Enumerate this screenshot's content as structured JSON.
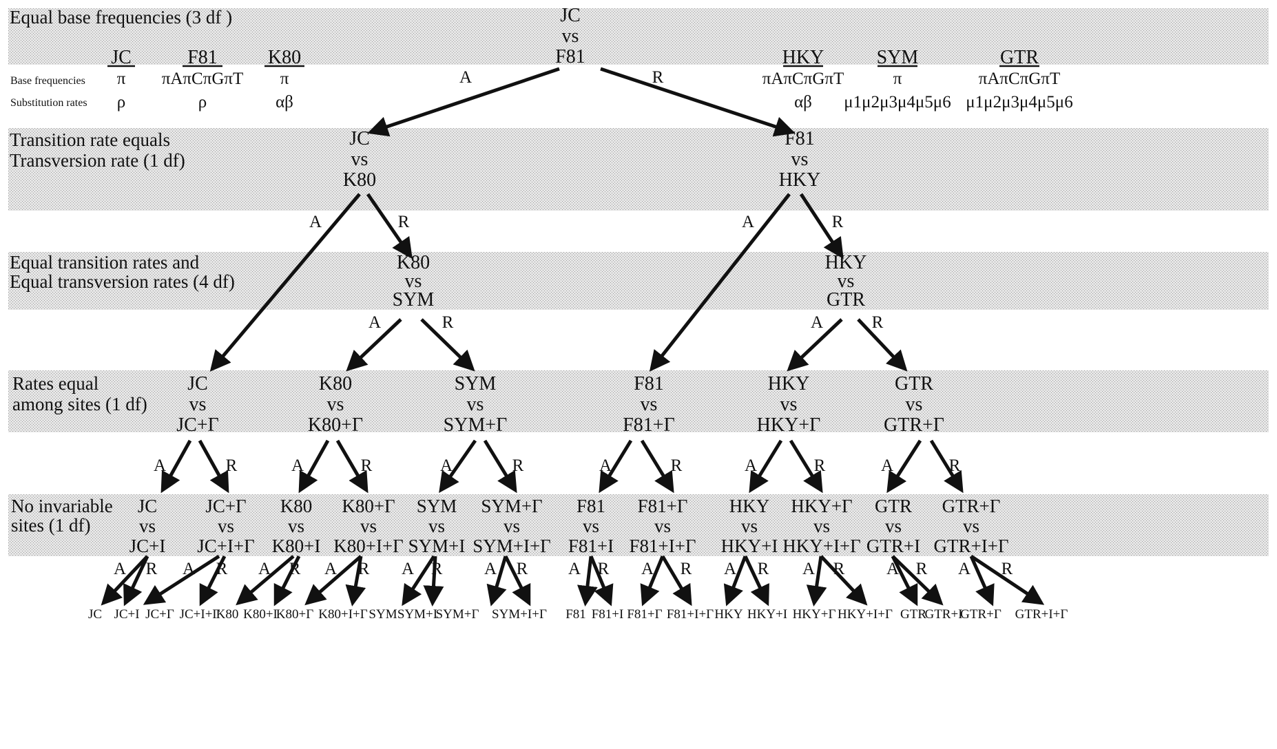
{
  "levels": [
    {
      "lines": [
        "Equal base frequencies   (3  df )"
      ]
    },
    {
      "lines": [
        "Transition rate equals",
        "Transversion rate  (1 df)"
      ]
    },
    {
      "lines": [
        "Equal transition rates and",
        "Equal transversion rates (4 df)"
      ]
    },
    {
      "lines": [
        "Rates equal",
        "among sites    (1 df)"
      ]
    },
    {
      "lines": [
        "No invariable",
        "sites    (1 df)"
      ]
    }
  ],
  "model_table": {
    "row_labels": [
      "Base frequencies",
      "Substitution rates"
    ],
    "models": [
      {
        "name": "JC",
        "base_freq": "π",
        "subst": "ρ"
      },
      {
        "name": "F81",
        "base_freq": "πAπCπGπT",
        "subst": "ρ"
      },
      {
        "name": "K80",
        "base_freq": "π",
        "subst": "αβ"
      },
      {
        "name": "HKY",
        "base_freq": "πAπCπGπT",
        "subst": "αβ"
      },
      {
        "name": "SYM",
        "base_freq": "π",
        "subst": "μ1μ2μ3μ4μ5μ6"
      },
      {
        "name": "GTR",
        "base_freq": "πAπCπGπT",
        "subst": "μ1μ2μ3μ4μ5μ6"
      }
    ]
  },
  "vs_word": "vs",
  "accept_label": "A",
  "reject_label": "R",
  "tests": [
    {
      "id": "t0",
      "a": "JC",
      "b": "F81"
    },
    {
      "id": "t1a",
      "a": "JC",
      "b": "K80"
    },
    {
      "id": "t1b",
      "a": "F81",
      "b": "HKY"
    },
    {
      "id": "t2a",
      "a": "K80",
      "b": "SYM"
    },
    {
      "id": "t2b",
      "a": "HKY",
      "b": "GTR"
    },
    {
      "id": "t3a",
      "a": "JC",
      "b": "JC+Γ"
    },
    {
      "id": "t3b",
      "a": "K80",
      "b": "K80+Γ"
    },
    {
      "id": "t3c",
      "a": "SYM",
      "b": "SYM+Γ"
    },
    {
      "id": "t3d",
      "a": "F81",
      "b": "F81+Γ"
    },
    {
      "id": "t3e",
      "a": "HKY",
      "b": "HKY+Γ"
    },
    {
      "id": "t3f",
      "a": "GTR",
      "b": "GTR+Γ"
    },
    {
      "id": "t4a",
      "a": "JC",
      "b": "JC+I"
    },
    {
      "id": "t4b",
      "a": "JC+Γ",
      "b": "JC+I+Γ"
    },
    {
      "id": "t4c",
      "a": "K80",
      "b": "K80+I"
    },
    {
      "id": "t4d",
      "a": "K80+Γ",
      "b": "K80+I+Γ"
    },
    {
      "id": "t4e",
      "a": "SYM",
      "b": "SYM+I"
    },
    {
      "id": "t4f",
      "a": "SYM+Γ",
      "b": "SYM+I+Γ"
    },
    {
      "id": "t4g",
      "a": "F81",
      "b": "F81+I"
    },
    {
      "id": "t4h",
      "a": "F81+Γ",
      "b": "F81+I+Γ"
    },
    {
      "id": "t4i",
      "a": "HKY",
      "b": "HKY+I"
    },
    {
      "id": "t4j",
      "a": "HKY+Γ",
      "b": "HKY+I+Γ"
    },
    {
      "id": "t4k",
      "a": "GTR",
      "b": "GTR+I"
    },
    {
      "id": "t4l",
      "a": "GTR+Γ",
      "b": "GTR+I+Γ"
    }
  ],
  "leaves": [
    "JC",
    "JC+I",
    "JC+Γ",
    "JC+I+Γ",
    "K80",
    "K80+I",
    "K80+Γ",
    "K80+I+Γ",
    "SYM",
    "SYM+I",
    "SYM+Γ",
    "SYM+I+Γ",
    "F81",
    "F81+I",
    "F81+Γ",
    "F81+I+Γ",
    "HKY",
    "HKY+I",
    "HKY+Γ",
    "HKY+I+Γ",
    "GTR",
    "GTR+I",
    "GTR+Γ",
    "GTR+I+Γ"
  ]
}
